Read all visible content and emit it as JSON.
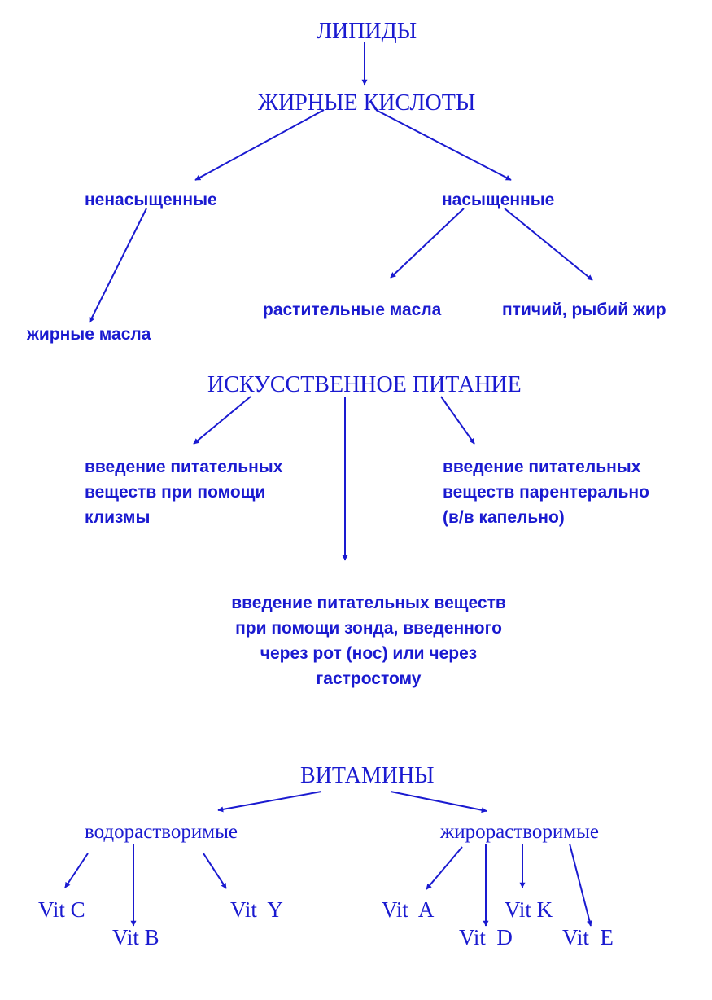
{
  "colors": {
    "ink": "#1a1ad0",
    "background": "#ffffff"
  },
  "lipids": {
    "title": "ЛИПИДЫ",
    "fatty_acids": "ЖИРНЫЕ КИСЛОТЫ",
    "unsaturated": "ненасыщенные",
    "saturated": "насыщенные",
    "fatty_oils": "жирные масла",
    "vegetable_oils": "растительные масла",
    "bird_fish_fat": "птичий, рыбий жир"
  },
  "nutrition": {
    "title": "ИСКУССТВЕННОЕ ПИТАНИЕ",
    "enema": [
      "введение питательных",
      "веществ при помощи",
      "клизмы"
    ],
    "parenteral": [
      "введение питательных",
      "веществ парентерально",
      "(в/в капельно)"
    ],
    "tube": [
      "введение питательных веществ",
      "при помощи зонда, введенного",
      "через рот (нос) или через",
      "гастростому"
    ]
  },
  "vitamins": {
    "title": "ВИТАМИНЫ",
    "water_soluble": "водорастворимые",
    "fat_soluble": "жирорастворимые",
    "vit_c": "Vit C",
    "vit_b": "Vit B",
    "vit_y": "Vit  Y",
    "vit_a": "Vit  A",
    "vit_d": "Vit  D",
    "vit_k": "Vit K",
    "vit_e": "Vit  E"
  }
}
